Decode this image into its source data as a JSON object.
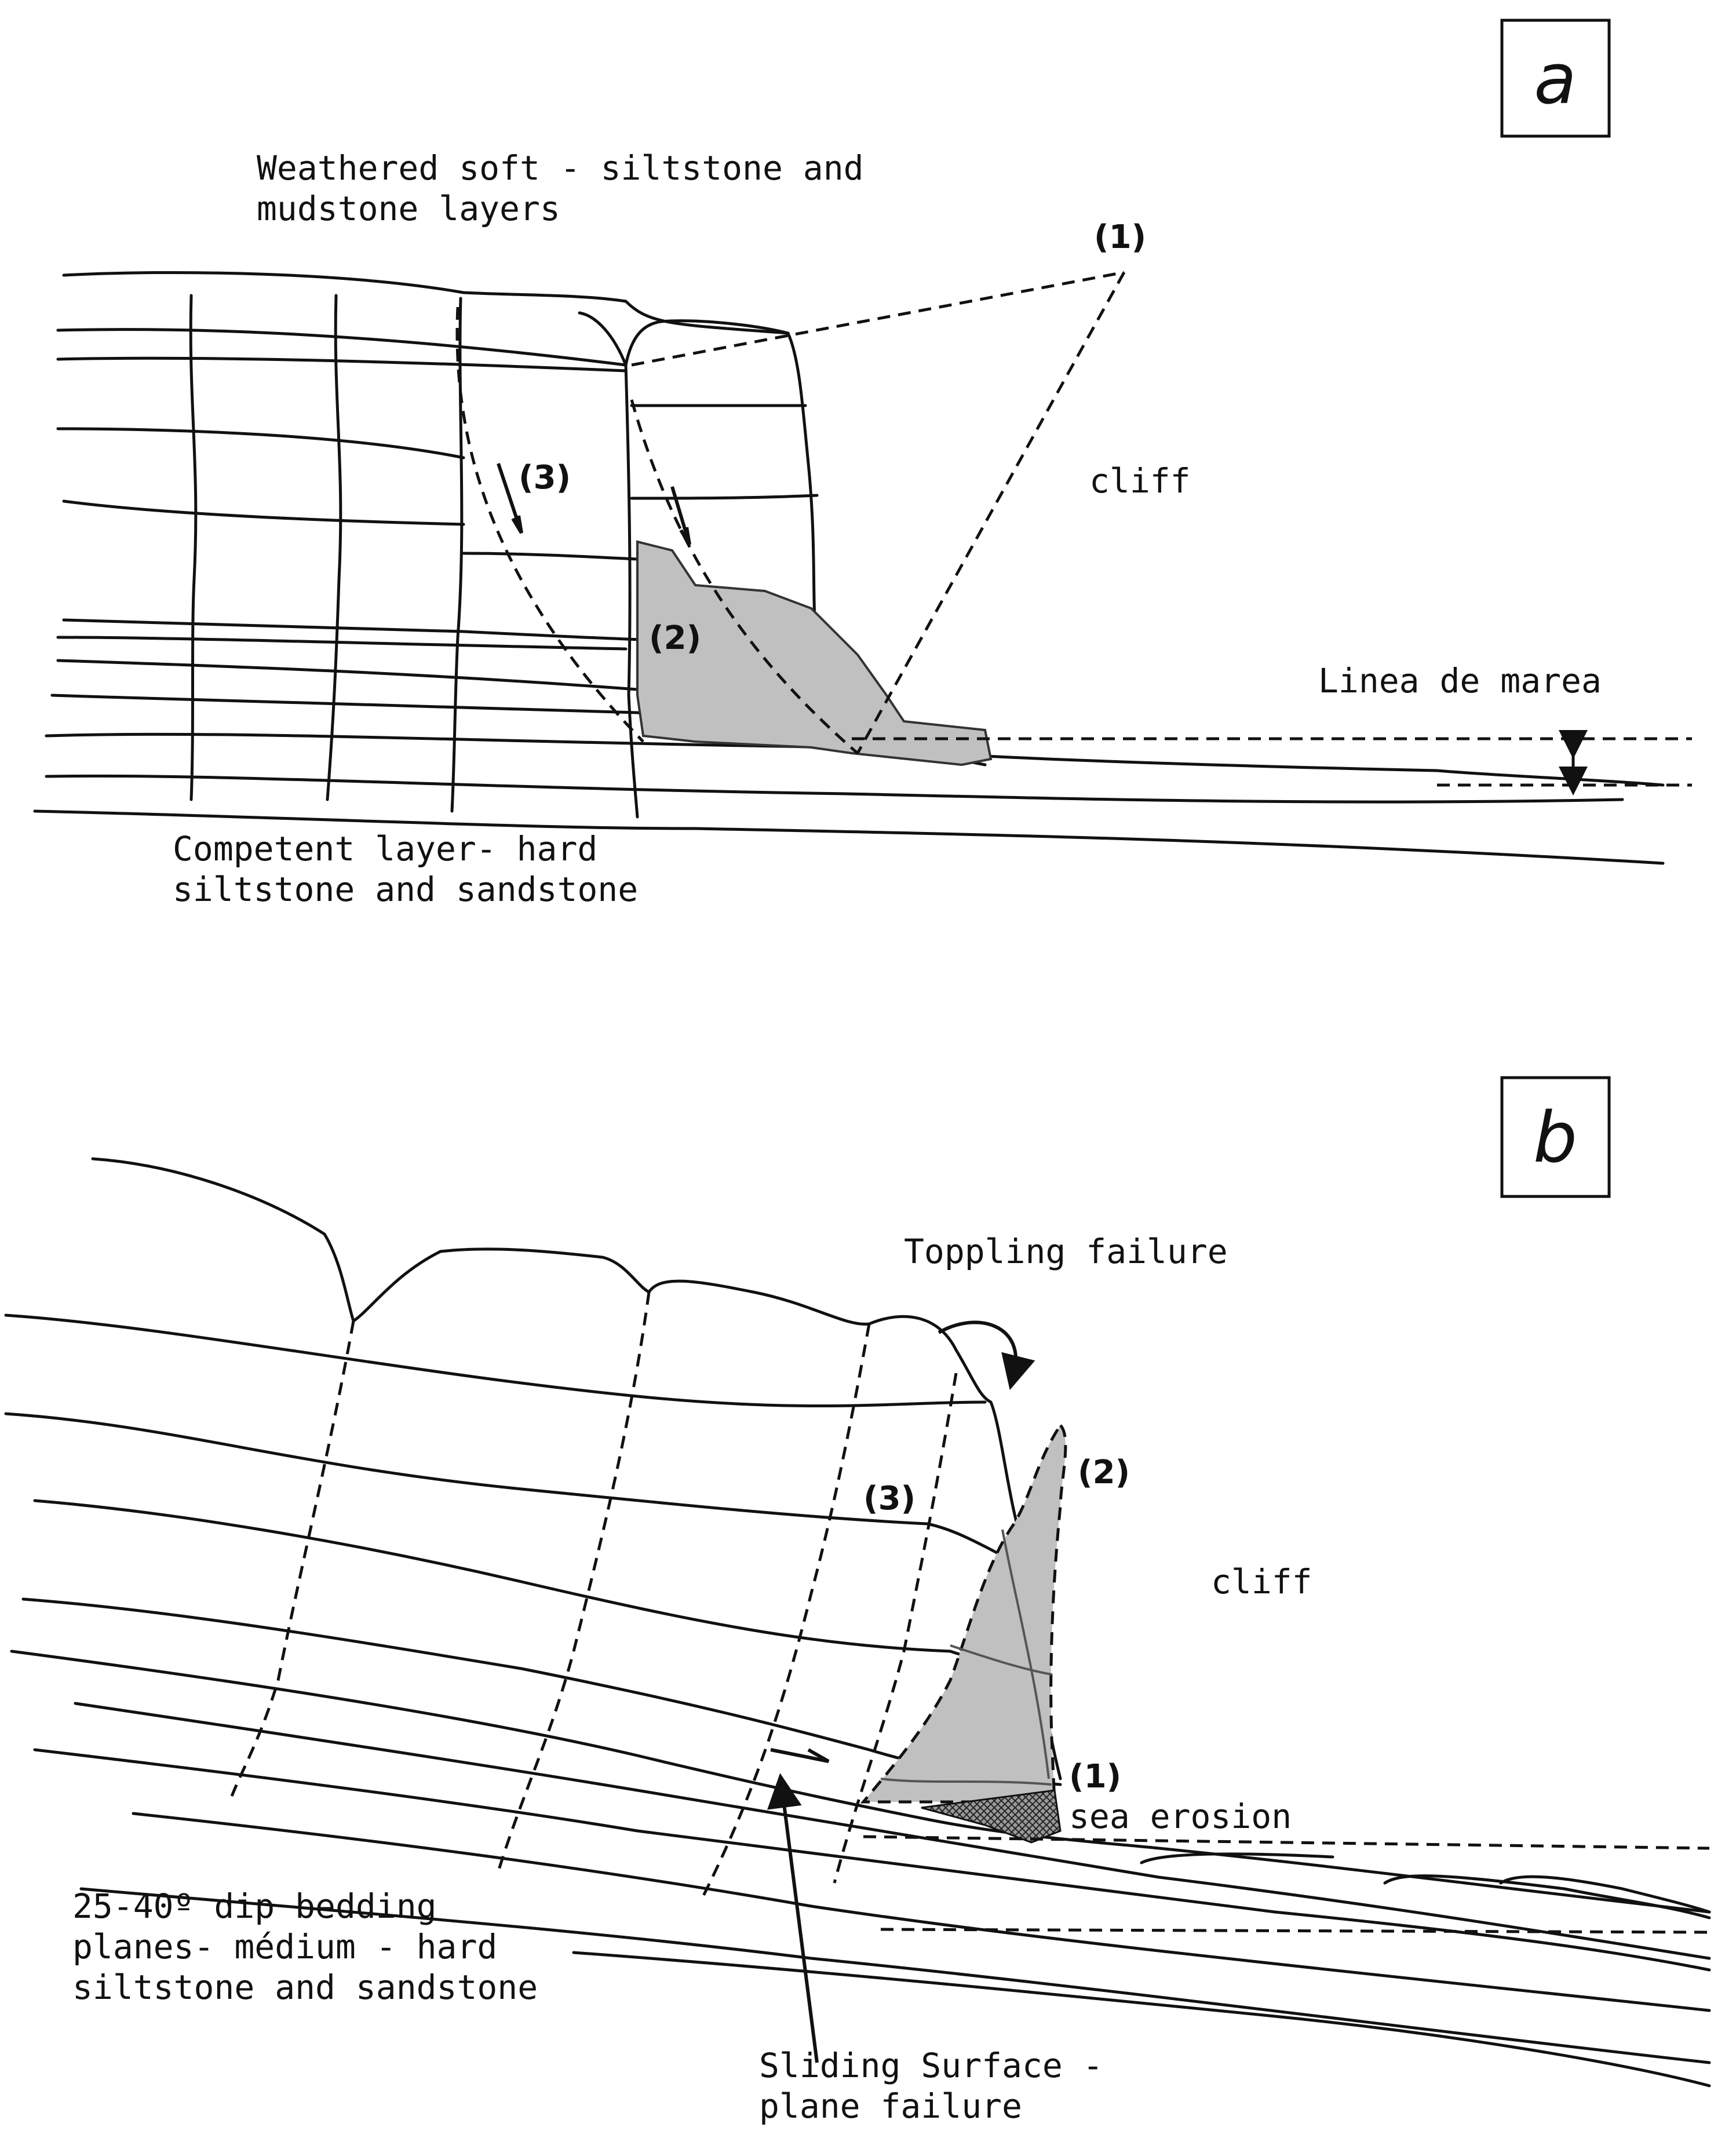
{
  "panel_a": {
    "letter": "a",
    "label_top_line1": "Weathered soft - siltstone and",
    "label_top_line2": "mudstone layers",
    "marker_1": "(1)",
    "marker_2": "(2)",
    "marker_3": "(3)",
    "cliff": "cliff",
    "tide_line": "Linea de marea",
    "label_bottom_line1": "Competent layer- hard",
    "label_bottom_line2": "siltstone and sandstone"
  },
  "panel_b": {
    "letter": "b",
    "toppling": "Toppling failure",
    "marker_1": "(1)",
    "marker_2": "(2)",
    "marker_3": "(3)",
    "cliff": "cliff",
    "sea_erosion": "sea erosion",
    "label_bottom_line1": "25-40º dip bedding",
    "label_bottom_line2": "planes- médium - hard",
    "label_bottom_line3": "siltstone and sandstone",
    "sliding_line1": "Sliding Surface -",
    "sliding_line2": "plane failure"
  },
  "colors": {
    "block_fill": "#c0c0c0",
    "line": "#111111",
    "background": "#ffffff"
  }
}
